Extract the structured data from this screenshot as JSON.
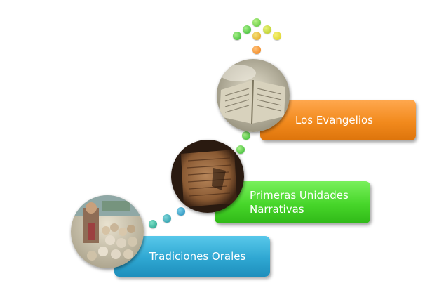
{
  "steps": [
    {
      "label": "Tradiciones Orales",
      "color": "#2fa7d2",
      "image": "crowd-painting"
    },
    {
      "label_line1": "Primeras Unidades",
      "label_line2": "Narrativas",
      "color": "#47d62a",
      "image": "ancient-papyrus"
    },
    {
      "label": "Los Evangelios",
      "color": "#f28a1d",
      "image": "open-book"
    }
  ],
  "connector_colors": {
    "blue": "#2aa7c9",
    "green": "#3cc43a",
    "lime": "#b9d62e",
    "yellow": "#e8e12c",
    "orange": "#f28a1d"
  }
}
